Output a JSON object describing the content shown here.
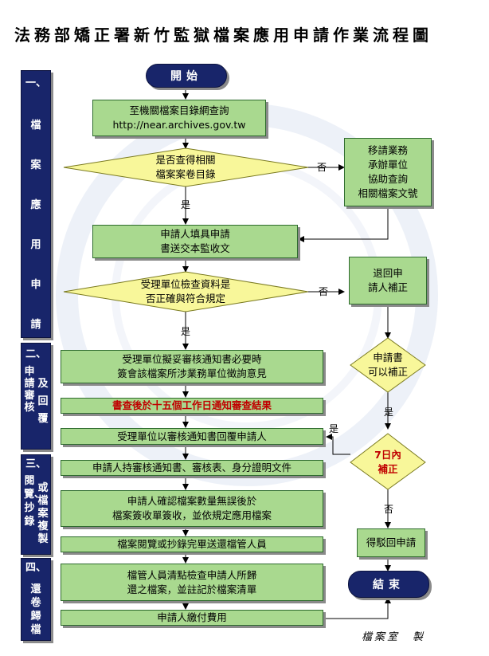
{
  "title": "法務部矯正署新竹監獄檔案應用申請作業流程圖",
  "sections": [
    {
      "number": "一、",
      "title": "檔案應用申請"
    },
    {
      "number": "二、",
      "title": "申請審核",
      "sub": "及回覆"
    },
    {
      "number": "三、",
      "title": "閱覽、抄錄",
      "sub": "或檔案複製"
    },
    {
      "number": "四、",
      "title": "還卷歸檔"
    }
  ],
  "terminals": {
    "start": "開始",
    "end": "結束"
  },
  "steps": {
    "query": "至機關檔案目錄網查詢\nhttp://near.archives.gov.tw",
    "decision_found": "是否查得相關\n檔案案卷目錄",
    "transfer": "移請業務\n承辦單位\n協助查詢\n相關檔案文號",
    "fill_form": "申請人填具申請\n書送交本監收文",
    "decision_check": "受理單位檢查資料是\n否正確與符合規定",
    "return_fix": "退回申\n請人補正",
    "review_draft": "受理單位擬妥審核通知書必要時\n簽會該檔案所涉業務單位徵詢意見",
    "notify_review": "書查後於十五個工作日通知審查結果",
    "reply_applicant": "受理單位以審核通知書回覆申請人",
    "decision_can_fix": "申請書\n可以補正",
    "decision_7days_line1": "7日內",
    "decision_7days_line2": "補正",
    "bring_docs": "申請人持審核通知書、審核表、身分證明文件",
    "confirm_sign": "申請人確認檔案數量無誤後於\n檔案簽收單簽收，並依規定應用檔案",
    "return_archives": "檔案閱覽或抄錄完畢送還檔管人員",
    "reject": "得駁回申請",
    "archive_check": "檔管人員清點檢查申請人所歸\n還之檔案，並註記於檔案清單",
    "pay_fee": "申請人繳付費用"
  },
  "labels": {
    "yes": "是",
    "no": "否"
  },
  "note": "檔案室　製"
}
